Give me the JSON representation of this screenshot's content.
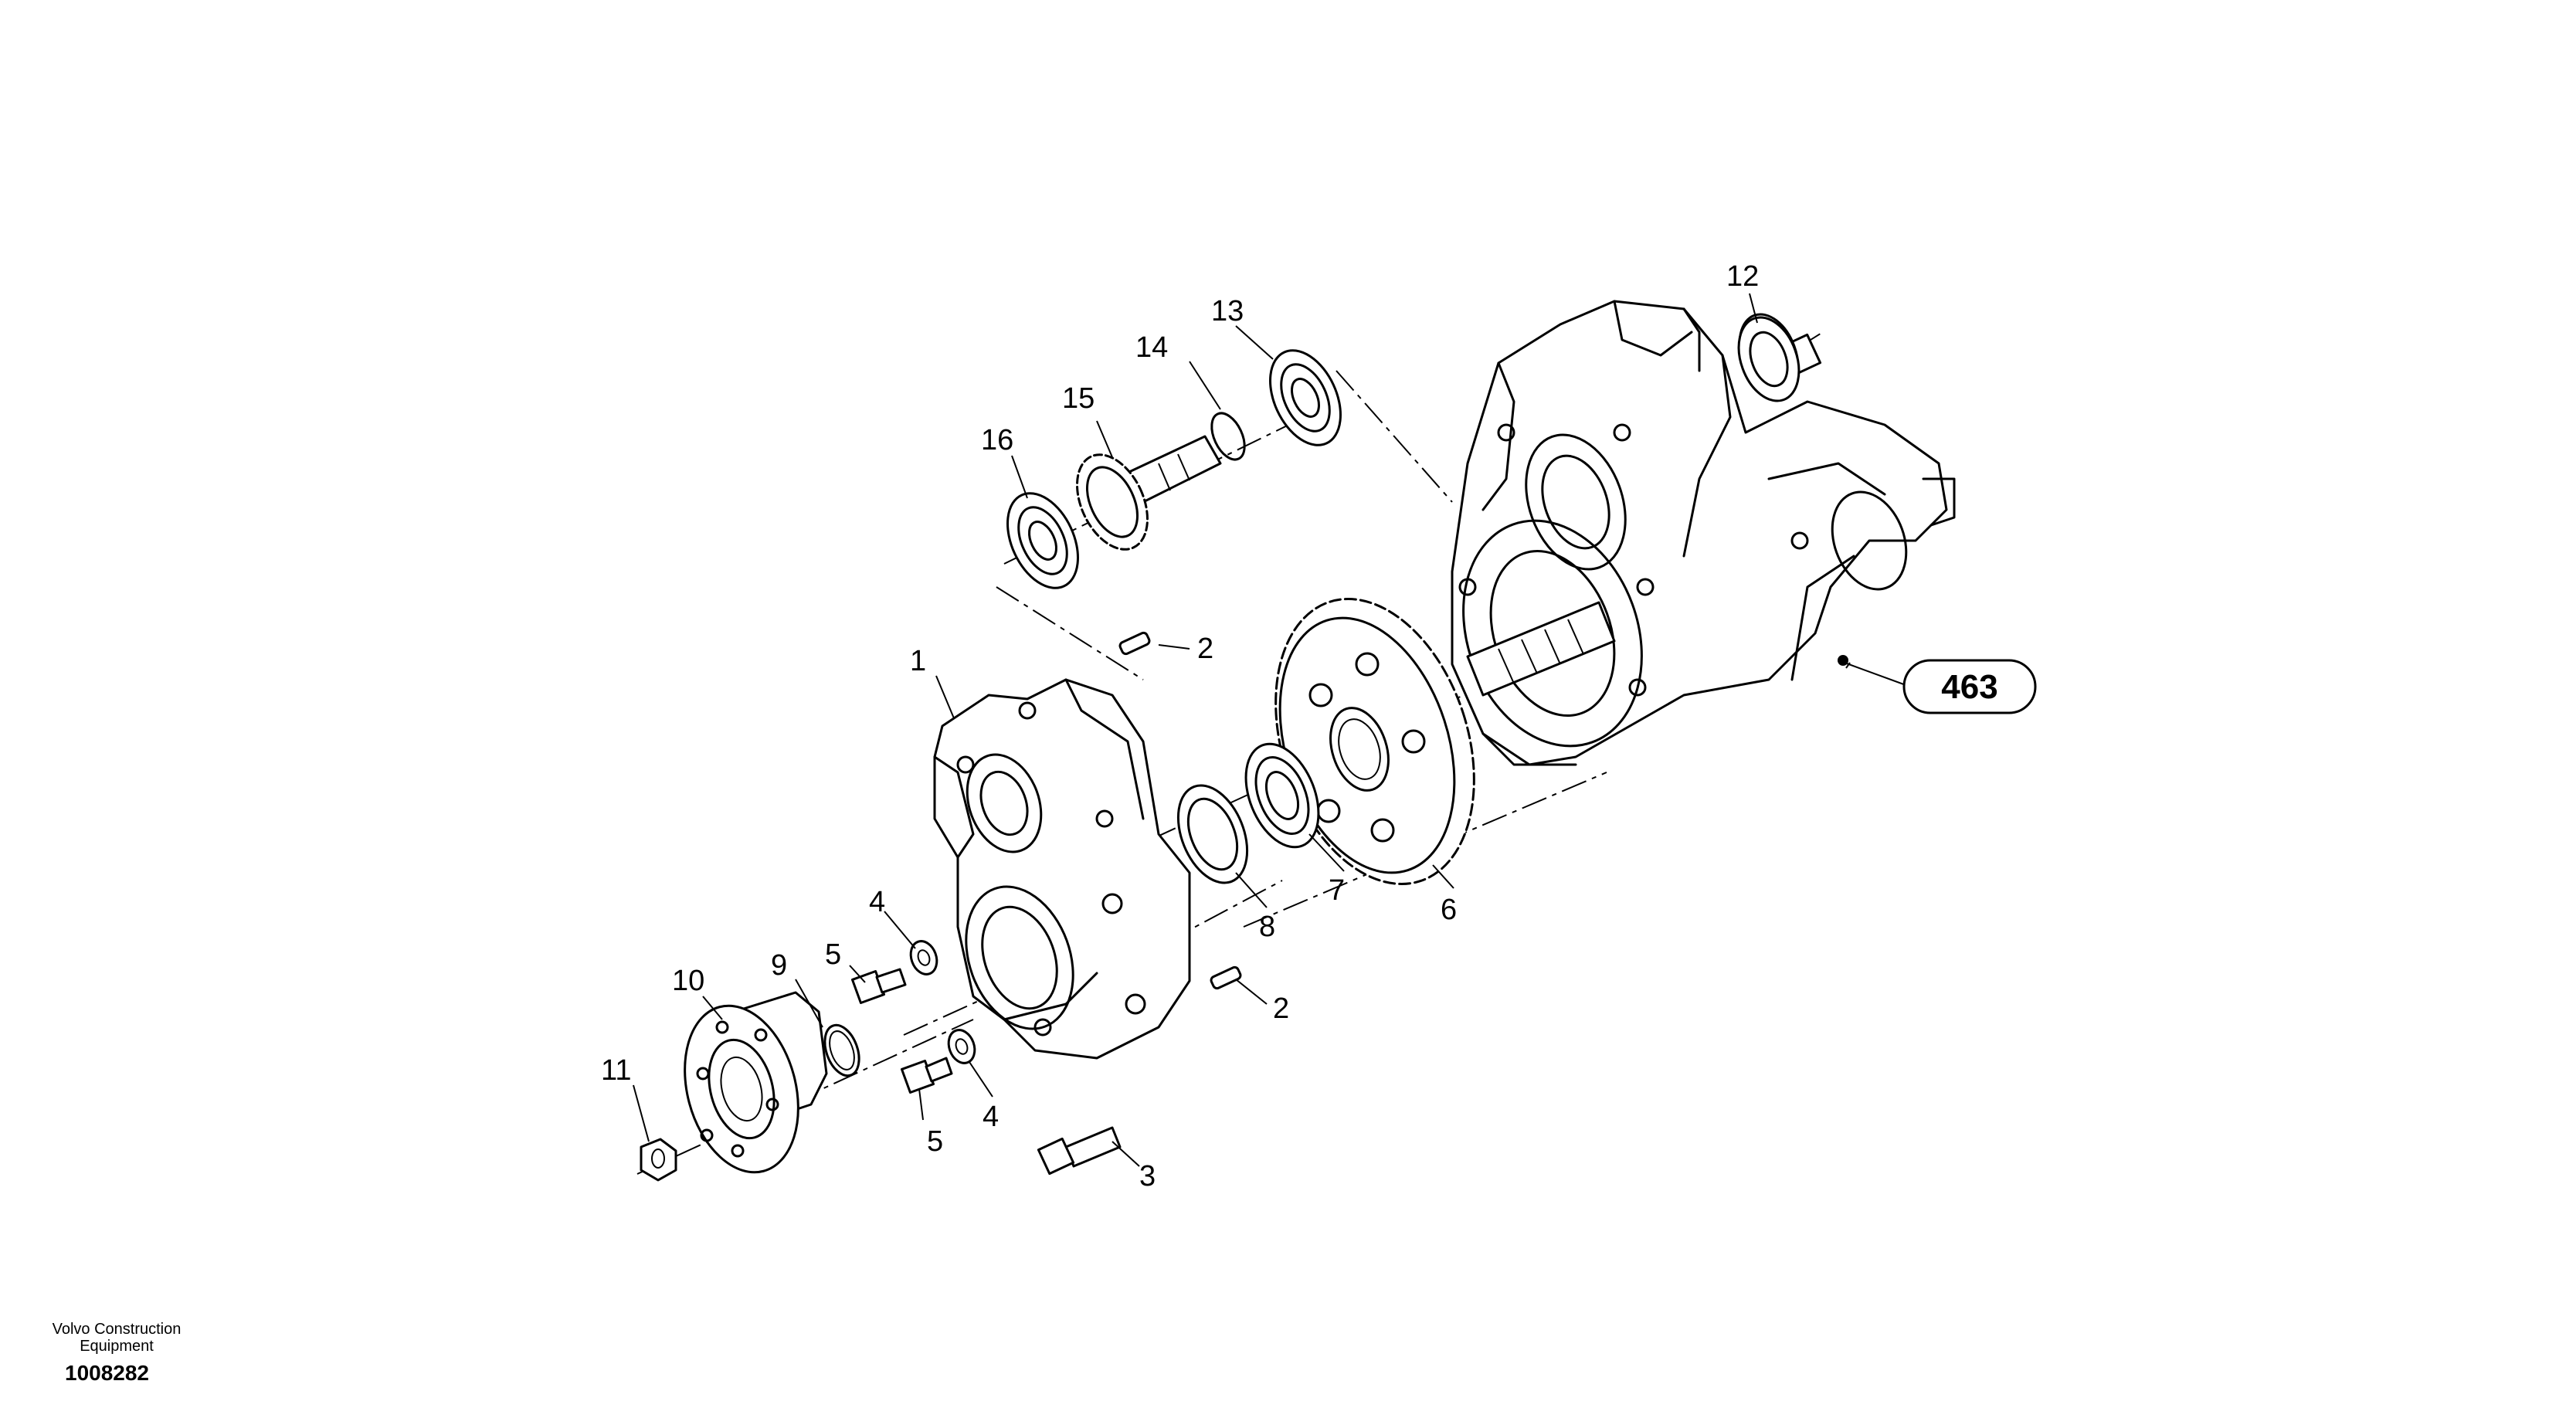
{
  "diagram": {
    "callouts": [
      "1",
      "2",
      "2",
      "3",
      "4",
      "4",
      "5",
      "5",
      "6",
      "7",
      "8",
      "9",
      "10",
      "11",
      "12",
      "13",
      "14",
      "15",
      "16"
    ],
    "reference_label": "463"
  },
  "footer": {
    "company_line1": "Volvo Construction",
    "company_line2": "Equipment",
    "drawing_number": "1008282"
  }
}
